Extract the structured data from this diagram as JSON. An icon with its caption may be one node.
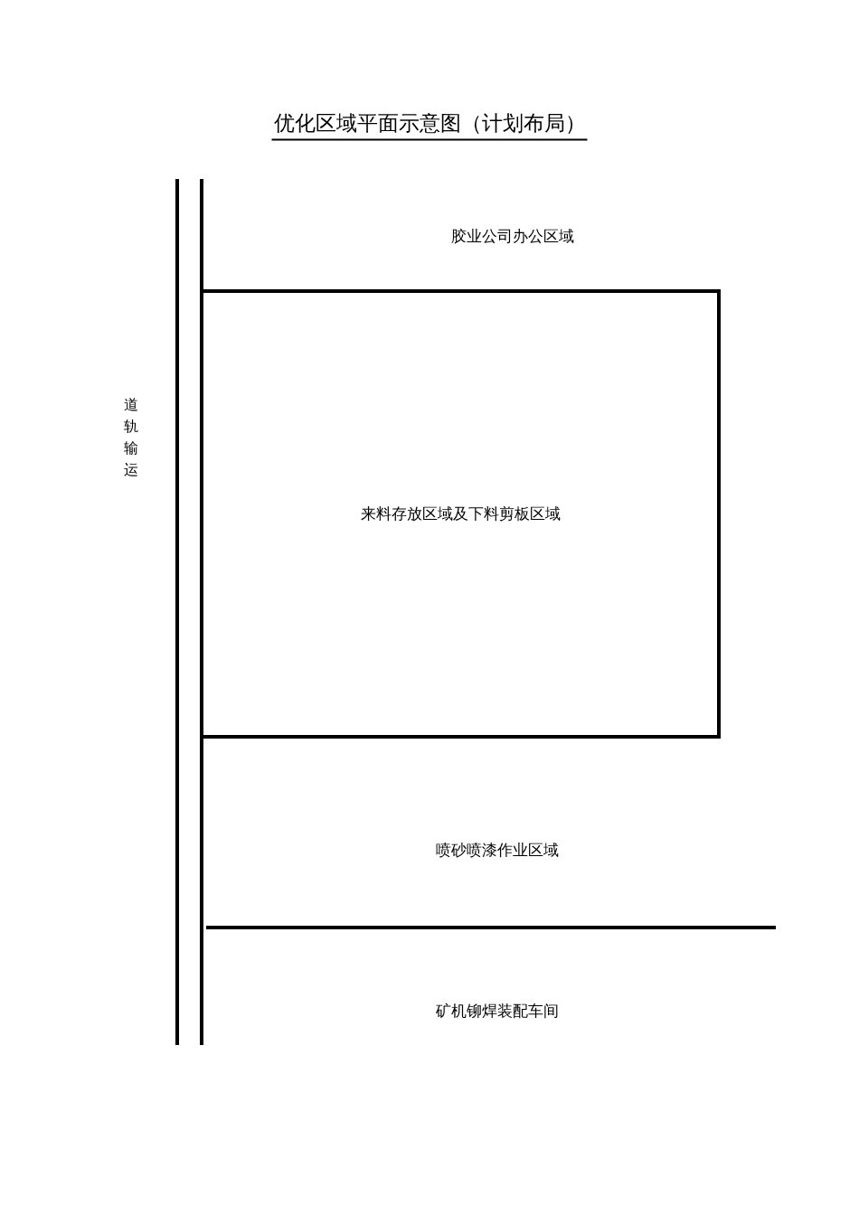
{
  "diagram": {
    "title": "优化区域平面示意图（计划布局）",
    "nodes": [
      {
        "text": [
          "来料存放区域及下料剪板区域"
        ]
      }
    ],
    "labels": [
      "胶业公司办公区域",
      "道轨输运",
      "喷砂喷漆作业区域",
      "矿机铆焊装配车间"
    ]
  }
}
